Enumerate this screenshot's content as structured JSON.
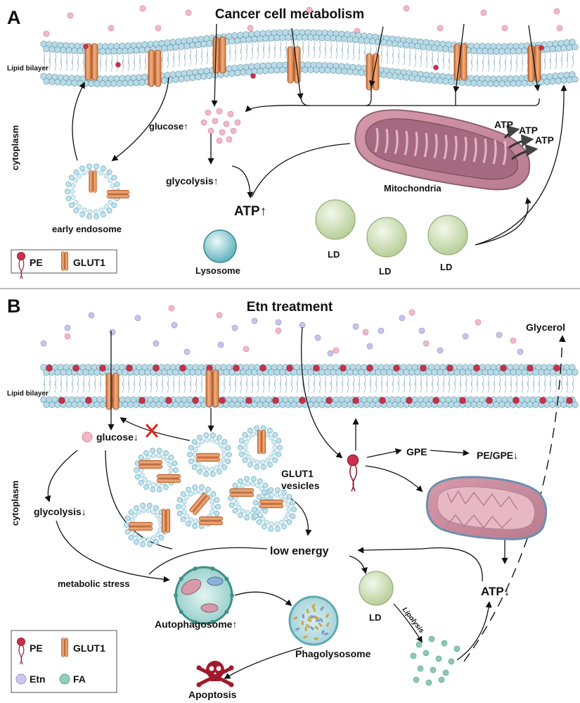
{
  "panel_a": {
    "letter": "A",
    "title": "Cancer cell metabolism",
    "lipid_bilayer": "Lipid bilayer",
    "cytoplasm": "cytoplasm",
    "glucose": "glucose↑",
    "glycolysis": "glycolysis↑",
    "atp_main": "ATP↑",
    "atp_labels": [
      "ATP",
      "ATP",
      "ATP"
    ],
    "mitochondria": "Mitochondria",
    "early_endosome": "early endosome",
    "lysosome": "Lysosome",
    "ld": [
      "LD",
      "LD",
      "LD"
    ],
    "legend": {
      "pe": "PE",
      "glut1": "GLUT1"
    }
  },
  "panel_b": {
    "letter": "B",
    "title": "Etn treatment",
    "lipid_bilayer": "Lipid bilayer",
    "cytoplasm": "cytoplasm",
    "glycerol": "Glycerol",
    "glucose": "glucose↓",
    "glycolysis": "glycolysis↓",
    "glut1_vesicles": [
      "GLUT1",
      "vesicles"
    ],
    "gpe": "GPE",
    "pe_gpe": "PE/GPE↓",
    "low_energy": "low energy",
    "metabolic_stress": "metabolic stress",
    "autophagosome": "Autophagosome↑",
    "phagolysosome": "Phagolysosome",
    "apoptosis": "Apoptosis",
    "ld": "LD",
    "lipolysis": "Lipolysis",
    "atp": "ATP↓",
    "legend": {
      "pe": "PE",
      "glut1": "GLUT1",
      "etn": "Etn",
      "fa": "FA"
    }
  },
  "colors": {
    "membrane_head": "#b9dbe8",
    "membrane_stroke": "#5f8ea0",
    "glut1": "#e8955b",
    "pe_head": "#c9304a",
    "glucose": "#f2b9c7",
    "etn": "#c8c4ec",
    "fa": "#8fc9b4",
    "ld": "#cfe0b7",
    "mito": "#c98a9c",
    "lysosome": "#7cc4cc"
  },
  "icons": [
    "pe-icon",
    "glut1-icon",
    "etn-icon",
    "fa-icon",
    "red-x-icon",
    "skull-crossbones-icon",
    "up-arrow-icon",
    "down-arrow-icon"
  ]
}
